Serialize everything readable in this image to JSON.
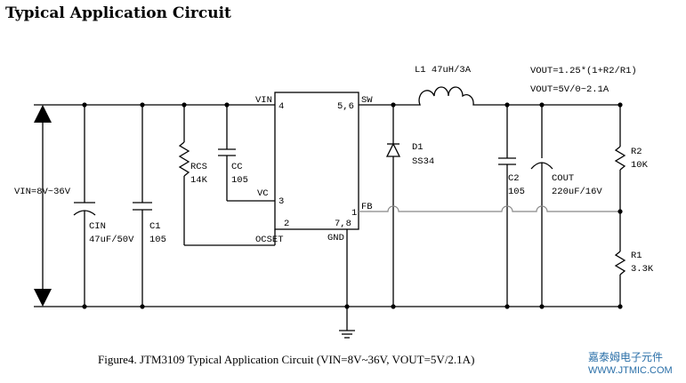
{
  "header": {
    "title": "Typical Application Circuit"
  },
  "caption": "Figure4. JTM3109 Typical Application Circuit (VIN=8V~36V, VOUT=5V/2.1A)",
  "watermark": {
    "line1": "嘉泰姆电子元件",
    "line2": "WWW.JTMIC.COM"
  },
  "chip": {
    "pins": {
      "vin": "VIN",
      "vin_num": "4",
      "sw": "SW",
      "sw_num": "5,6",
      "vc": "VC",
      "vc_num": "3",
      "ocset": "OCSET",
      "ocset_num": "2",
      "gnd": "GND",
      "gnd_num": "7,8",
      "fb": "FB",
      "fb_num": "1"
    }
  },
  "labels": {
    "vin": "VIN=8V~36V",
    "l1": "L1  47uH/3A",
    "vout_eq": "VOUT=1.25*(1+R2/R1)",
    "vout_val": "VOUT=5V/0~2.1A",
    "d1_name": "D1",
    "d1_val": "SS34",
    "rcs_name": "RCS",
    "rcs_val": "14K",
    "cc_name": "CC",
    "cc_val": "105",
    "cin_name": "CIN",
    "cin_val": "47uF/50V",
    "c1_name": "C1",
    "c1_val": "105",
    "c2_name": "C2",
    "c2_val": "105",
    "cout_name": "COUT",
    "cout_val": "220uF/16V",
    "r2_name": "R2",
    "r2_val": "10K",
    "r1_name": "R1",
    "r1_val": "3.3K"
  }
}
